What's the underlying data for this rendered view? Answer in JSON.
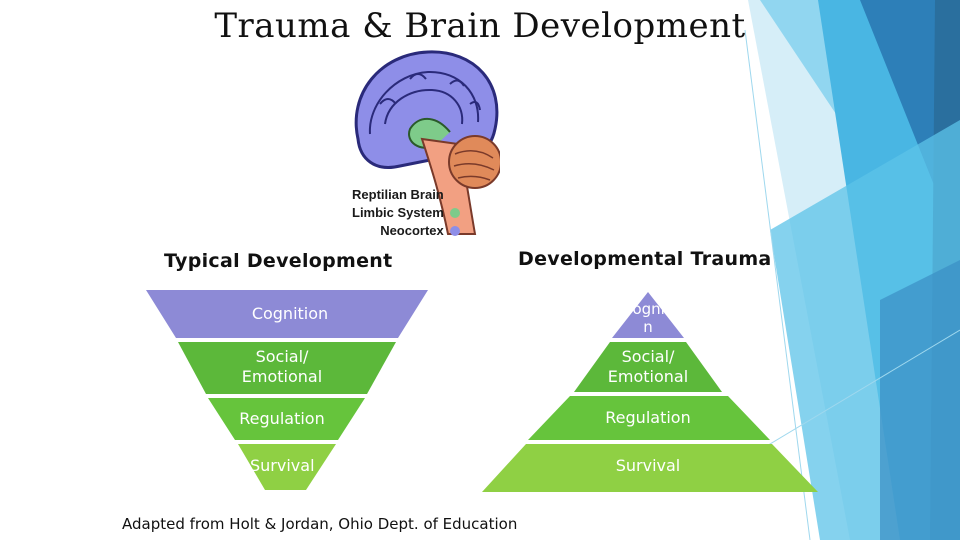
{
  "title": "Trauma & Brain Development",
  "legend": [
    {
      "label": "Reptilian Brain",
      "color": "#f2a082"
    },
    {
      "label": "Limbic System",
      "color": "#7ecb8a"
    },
    {
      "label": "Neocortex",
      "color": "#8e8ee8"
    }
  ],
  "typical": {
    "heading": "Typical Development",
    "levels": [
      "Cognition",
      "Social/ Emotional",
      "Regulation",
      "Survival"
    ]
  },
  "trauma": {
    "heading": "Developmental Trauma",
    "levels": [
      "Cognitio n",
      "Social/ Emotional",
      "Regulation",
      "Survival"
    ]
  },
  "colors": {
    "cognition": "#8d8ad6",
    "social": "#5cb83a",
    "regulation": "#66c43c",
    "survival": "#8fd044",
    "accent_dark": "#2a6f9e",
    "accent_light": "#5cc3e8"
  },
  "caption": "Adapted from Holt & Jordan, Ohio Dept. of Education"
}
